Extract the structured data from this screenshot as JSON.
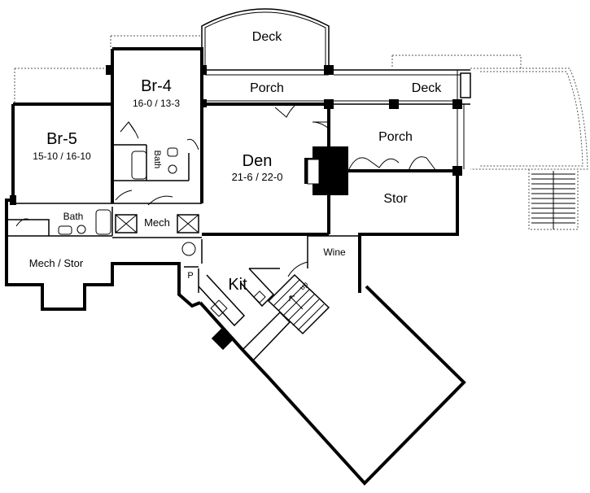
{
  "rooms": {
    "deck_top": "Deck",
    "porch_top": "Porch",
    "deck_right": "Deck",
    "br4_name": "Br-4",
    "br4_size": "16-0 / 13-3",
    "br5_name": "Br-5",
    "br5_size": "15-10 / 16-10",
    "bath_br4": "Bath",
    "bath_br5": "Bath",
    "den_name": "Den",
    "den_size": "21-6 / 22-0",
    "porch_right": "Porch",
    "stor": "Stor",
    "mech": "Mech",
    "mech_stor": "Mech / Stor",
    "wine": "Wine",
    "kit": "Kit",
    "pantry": "P",
    "stair_up": "up"
  }
}
